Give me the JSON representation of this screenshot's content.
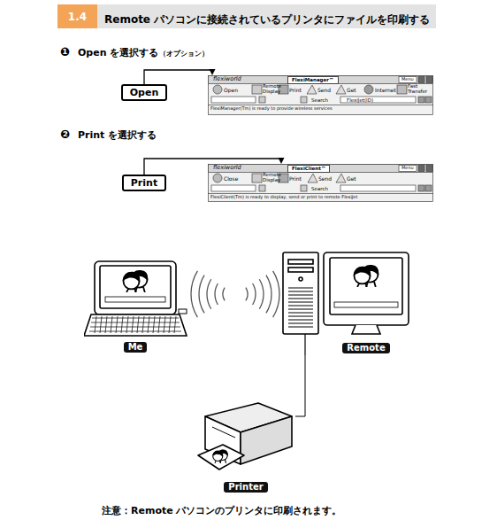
{
  "diagram": {
    "title": "Remote パソコンに接続されているプリンタにファイルを印刷する",
    "nodes": [
      {
        "text": [
          "1.4"
        ]
      },
      {
        "text": [
          "Open"
        ]
      },
      {
        "text": [
          "FlexiManager™"
        ]
      },
      {
        "text": [
          "Print"
        ]
      },
      {
        "text": [
          "FlexiClient™"
        ]
      },
      {
        "text": [
          "Me"
        ]
      },
      {
        "text": [
          "Remote"
        ]
      },
      {
        "text": [
          "Printer"
        ]
      }
    ],
    "edges": [
      {
        "from": 1,
        "to": 2,
        "arrow": "to"
      },
      {
        "from": 3,
        "to": 4,
        "arrow": "to"
      },
      {
        "from": 6,
        "to": 7,
        "arrow": "none"
      }
    ],
    "labels": [
      "❶",
      "Open を選択する",
      "（オプション）",
      "❷",
      "Print を選択する",
      "flexiworld",
      "Menu",
      "Open",
      "Remote Display",
      "Print",
      "Send",
      "Get",
      "Internet",
      "Fast Transfer",
      "Search",
      "FlexiJet(ID)",
      "FlexiManager(Tm) is ready to provide wireless services",
      "flexiworld",
      "Menu",
      "Close",
      "Remote Display",
      "Print",
      "Send",
      "Get",
      "Search",
      "FlexiClient(Tm) is ready to display, send or print to remote FlexiJet",
      "注意：Remote パソコンのプリンタに印刷されます。"
    ]
  }
}
